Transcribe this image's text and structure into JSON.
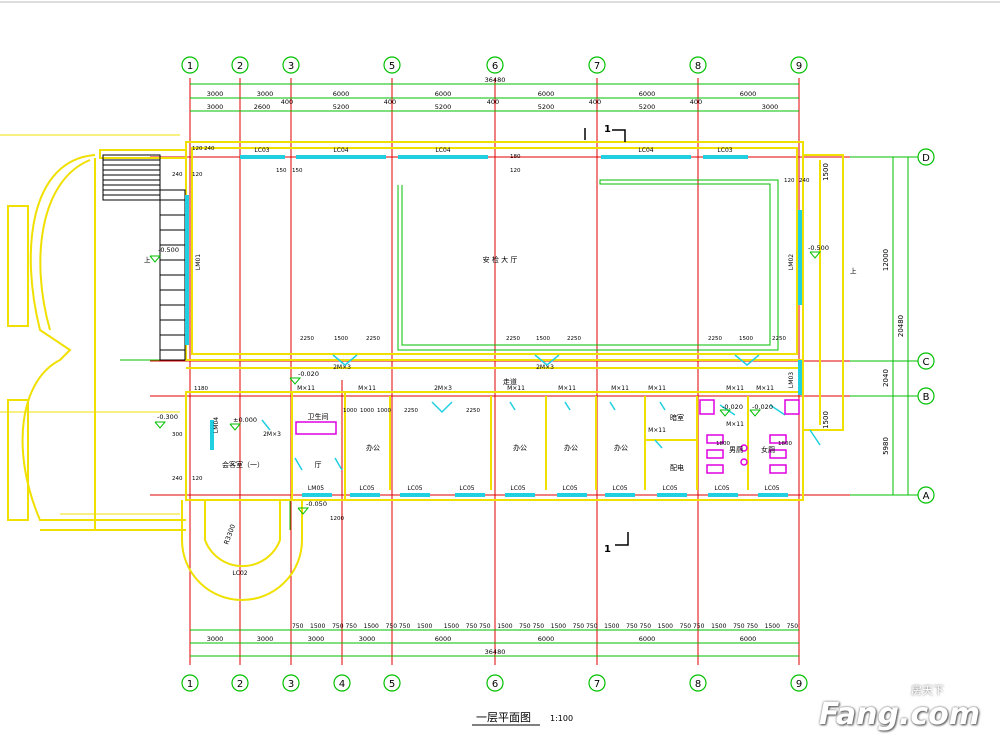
{
  "title": "一层平面图",
  "scale": "1:100",
  "watermark": {
    "brand": "Fang.com",
    "cn": "房天下"
  },
  "axes_top": [
    "1",
    "2",
    "3",
    "5",
    "6",
    "7",
    "8",
    "9"
  ],
  "axes_bottom": [
    "1",
    "2",
    "3",
    "4",
    "5",
    "6",
    "7",
    "8",
    "9"
  ],
  "axes_right": [
    "D",
    "C",
    "B",
    "A"
  ],
  "dims_top": {
    "total": "36480",
    "row1": [
      "3000",
      "3000",
      "6000",
      "6000",
      "6000",
      "6000",
      "6000"
    ],
    "row2": [
      "3000",
      "2600",
      "400",
      "5200",
      "400",
      "5200",
      "400",
      "5200",
      "400",
      "5200",
      "400",
      "3000"
    ]
  },
  "dims_bottom": {
    "total": "36480",
    "row_big": [
      "3000",
      "3000",
      "6000",
      "6000",
      "6000"
    ],
    "row_mid": [
      "3000",
      "3000",
      "3000"
    ],
    "row_small": [
      "750",
      "1500",
      "750",
      "750",
      "1500",
      "750",
      "750",
      "1500",
      "1500",
      "750",
      "750",
      "1500",
      "750",
      "750",
      "1500",
      "750",
      "750",
      "1500",
      "750",
      "750",
      "1500",
      "750",
      "750",
      "1500",
      "750",
      "750",
      "1500",
      "750"
    ]
  },
  "dims_right": {
    "total": "20480",
    "d1": "12000",
    "d2": "2040",
    "d3": "5980",
    "s1": "1500",
    "s2": "1500"
  },
  "rooms": {
    "hall": "安 检 大 厅",
    "corridor": "走道",
    "reception": "会客室（一）",
    "lobby": "厅",
    "restroom": "卫生间",
    "office": "办公",
    "darkroom": "暗室",
    "power": "配电",
    "mens": "男厕",
    "womens": "女厕"
  },
  "section_mark": "1",
  "labels": {
    "lc03": "LC03",
    "lc04": "LC04",
    "lc05": "LC05",
    "lc02": "LC02",
    "lm01": "LM01",
    "lm02": "LM02",
    "lm03": "LM03",
    "lm04": "LM04",
    "lm05": "LM05",
    "m11": "M×11",
    "m2": "2M×3",
    "lev1": "-0.500",
    "lev2": "-0.020",
    "lev3": "±0.000",
    "lev4": "-0.300",
    "lev5": "-0.050",
    "r3300": "R3300",
    "w240": "240",
    "w120": "120",
    "w150": "150",
    "w180": "180",
    "d2250": "2250",
    "d1500": "1500",
    "d1000": "1000",
    "d1180": "1180",
    "d300": "300",
    "d1200": "1200",
    "d1800": "1800",
    "up": "上"
  }
}
